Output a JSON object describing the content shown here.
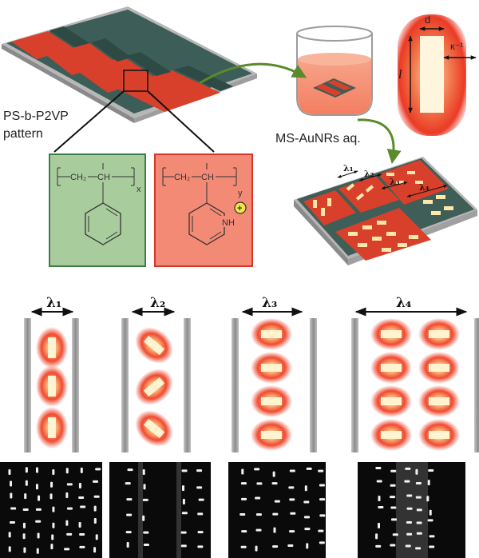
{
  "labels": {
    "polymer_pattern_line1": "PS-b-P2VP",
    "polymer_pattern_line2": "pattern",
    "solution": "MS-AuNRs aq.",
    "rod_d": "d",
    "rod_l": "l",
    "rod_kappa": "κ⁻¹"
  },
  "structures": {
    "ps": {
      "ch2": "CH₂",
      "ch": "CH",
      "repeat": "x"
    },
    "p2vp": {
      "ch2": "CH₂",
      "ch": "CH",
      "repeat": "y",
      "nh": "NH",
      "charge": "+"
    }
  },
  "lambdas": {
    "small": [
      "λ₁",
      "λ₂",
      "λ₃",
      "λ₄"
    ],
    "large": [
      "λ₁",
      "λ₂",
      "λ₃",
      "λ₄"
    ]
  },
  "colors": {
    "ps_block": "#5aa06a",
    "p2vp_block": "#e64a33",
    "gold_core": "#fff6cf",
    "glow": "#ee3d2a",
    "arrow_green": "#5b8a2a",
    "wall_gray": "#9a9a9a"
  },
  "icons": [
    "beaker-icon",
    "substrate-icon",
    "nanorod-icon",
    "curved-arrow-icon"
  ]
}
